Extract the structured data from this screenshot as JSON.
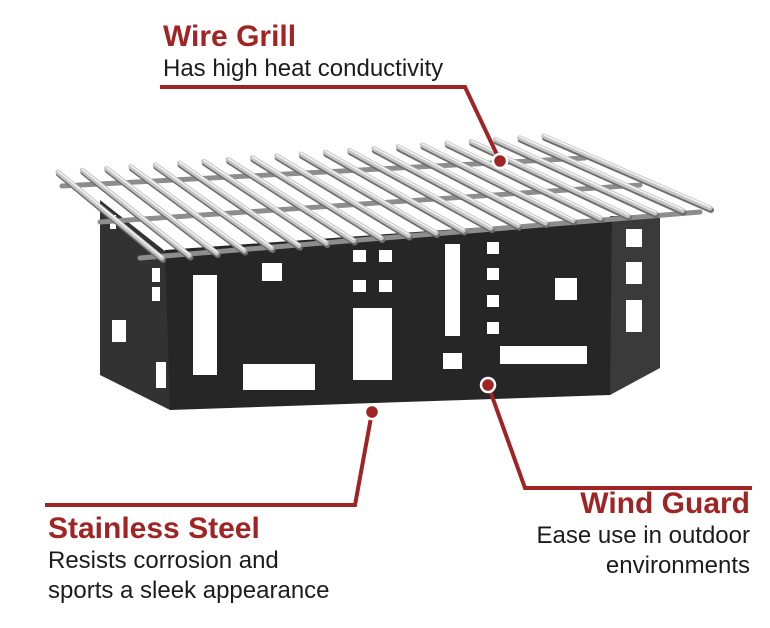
{
  "callouts": {
    "wire_grill": {
      "title": "Wire Grill",
      "description": "Has high heat conductivity"
    },
    "stainless_steel": {
      "title": "Stainless Steel",
      "description_line1": "Resists corrosion and",
      "description_line2": "sports a sleek appearance"
    },
    "wind_guard": {
      "title": "Wind Guard",
      "description_line1": "Ease use in outdoor",
      "description_line2": "environments"
    }
  },
  "colors": {
    "accent": "#a02424",
    "body_dark": "#262626",
    "grill_steel": "#c4c4c4",
    "text": "#1c1c1c",
    "background": "#ffffff"
  }
}
